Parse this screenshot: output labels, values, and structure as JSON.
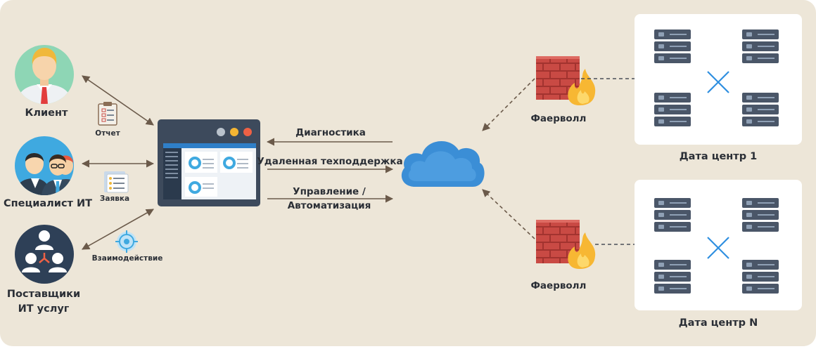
{
  "actors": {
    "client": "Клиент",
    "it_specialist": "Специалист ИТ",
    "providers_line1": "Поставщики",
    "providers_line2": "ИТ услуг"
  },
  "artifacts": {
    "report": "Отчет",
    "request": "Заявка",
    "interaction": "Взаимодействие"
  },
  "flows": {
    "diagnostics": "Диагностика",
    "remote_support": "Удаленная техподдержка",
    "management_line1": "Управление /",
    "management_line2": "Автоматизация"
  },
  "security": {
    "firewall_1": "Фаерволл",
    "firewall_2": "Фаерволл"
  },
  "datacenters": {
    "dc1": "Дата центр 1",
    "dcn": "Дата центр N"
  },
  "colors": {
    "background": "#ede6d8",
    "arrow": "#6b5a4a",
    "cloud": "#3b8ed6",
    "firewall_brick": "#c94a44",
    "flame": "#f7b733",
    "server": "#4a5668",
    "link_x": "#2f8fe0",
    "screen_frame": "#3d4a5c",
    "btn_gray": "#b9c2cc",
    "btn_yellow": "#f4b533",
    "btn_red": "#ee6145"
  }
}
